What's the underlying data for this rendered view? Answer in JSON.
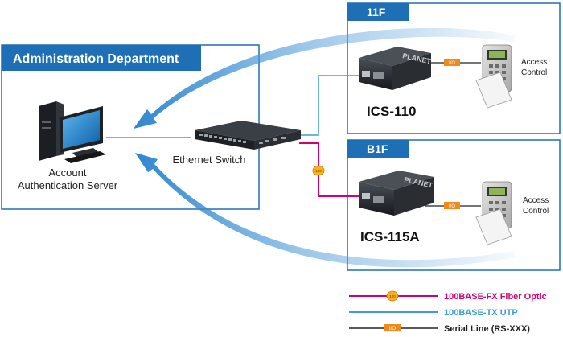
{
  "areas": {
    "admin": {
      "title": "Administration Department"
    },
    "f11": {
      "title": "11F"
    },
    "b1f": {
      "title": "B1F"
    }
  },
  "devices": {
    "server": {
      "label_line1": "Account",
      "label_line2": "Authentication Server"
    },
    "switch": {
      "label": "Ethernet Switch"
    },
    "ics110": {
      "label": "ICS-110",
      "brand": "PLANET"
    },
    "ics115a": {
      "label": "ICS-115A",
      "brand": "PLANET"
    },
    "access_top": {
      "label_line1": "Access",
      "label_line2": "Control"
    },
    "access_bottom": {
      "label_line1": "Access",
      "label_line2": "Control"
    }
  },
  "link_badges": {
    "io_top": "I/O",
    "io_bottom": "I/O",
    "fiber": "100"
  },
  "legend": [
    {
      "label": "100BASE-FX Fiber Optic",
      "color": "#d4006f",
      "badge": "100"
    },
    {
      "label": "100BASE-TX UTP",
      "color": "#3aa0d0",
      "badge": ""
    },
    {
      "label": "Serial Line (RS-XXX)",
      "color": "#222222",
      "badge": "I/O"
    }
  ],
  "colors": {
    "area_blue": "#1f6fb6",
    "fiber": "#d4006f",
    "utp": "#3aa0d0",
    "serial": "#222222",
    "badge_orange": "#f08a1c",
    "arrow_blue": "#4a9ad8"
  }
}
